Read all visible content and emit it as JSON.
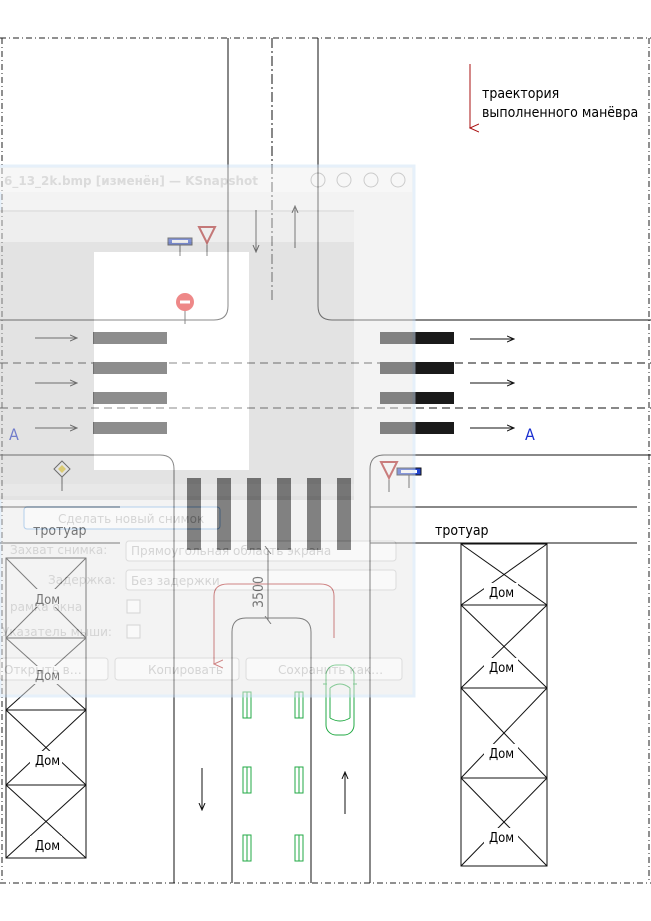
{
  "legend": {
    "line1": "траектория",
    "line2": "выполненного манёвра"
  },
  "labels": {
    "sidewalk_left": "тротуар",
    "sidewalk_right": "тротуар",
    "road_label_left": "А",
    "road_label_right": "А",
    "house": "Дом",
    "dimension": "3500"
  },
  "ksnapshot": {
    "title": "6_13_2k.bmp [изменён] — KSnapshot",
    "new_snapshot_button": "Сделать новый снимок",
    "capture_mode_label": "Захват снимка:",
    "capture_mode_value": "Прямоугольная область экрана",
    "delay_label": "Задержка:",
    "delay_value": "Без задержки",
    "window_border_label": "рамка окна",
    "mouse_cursor_label": "Указатель мыши:",
    "open_button": "Открыть в…",
    "copy_button": "Копировать",
    "save_button": "Сохранить как…"
  },
  "colors": {
    "trajectory": "#aa1111",
    "car": "#22aa44",
    "road_label": "#1a2fd0",
    "marking": "#1a1a1a"
  }
}
